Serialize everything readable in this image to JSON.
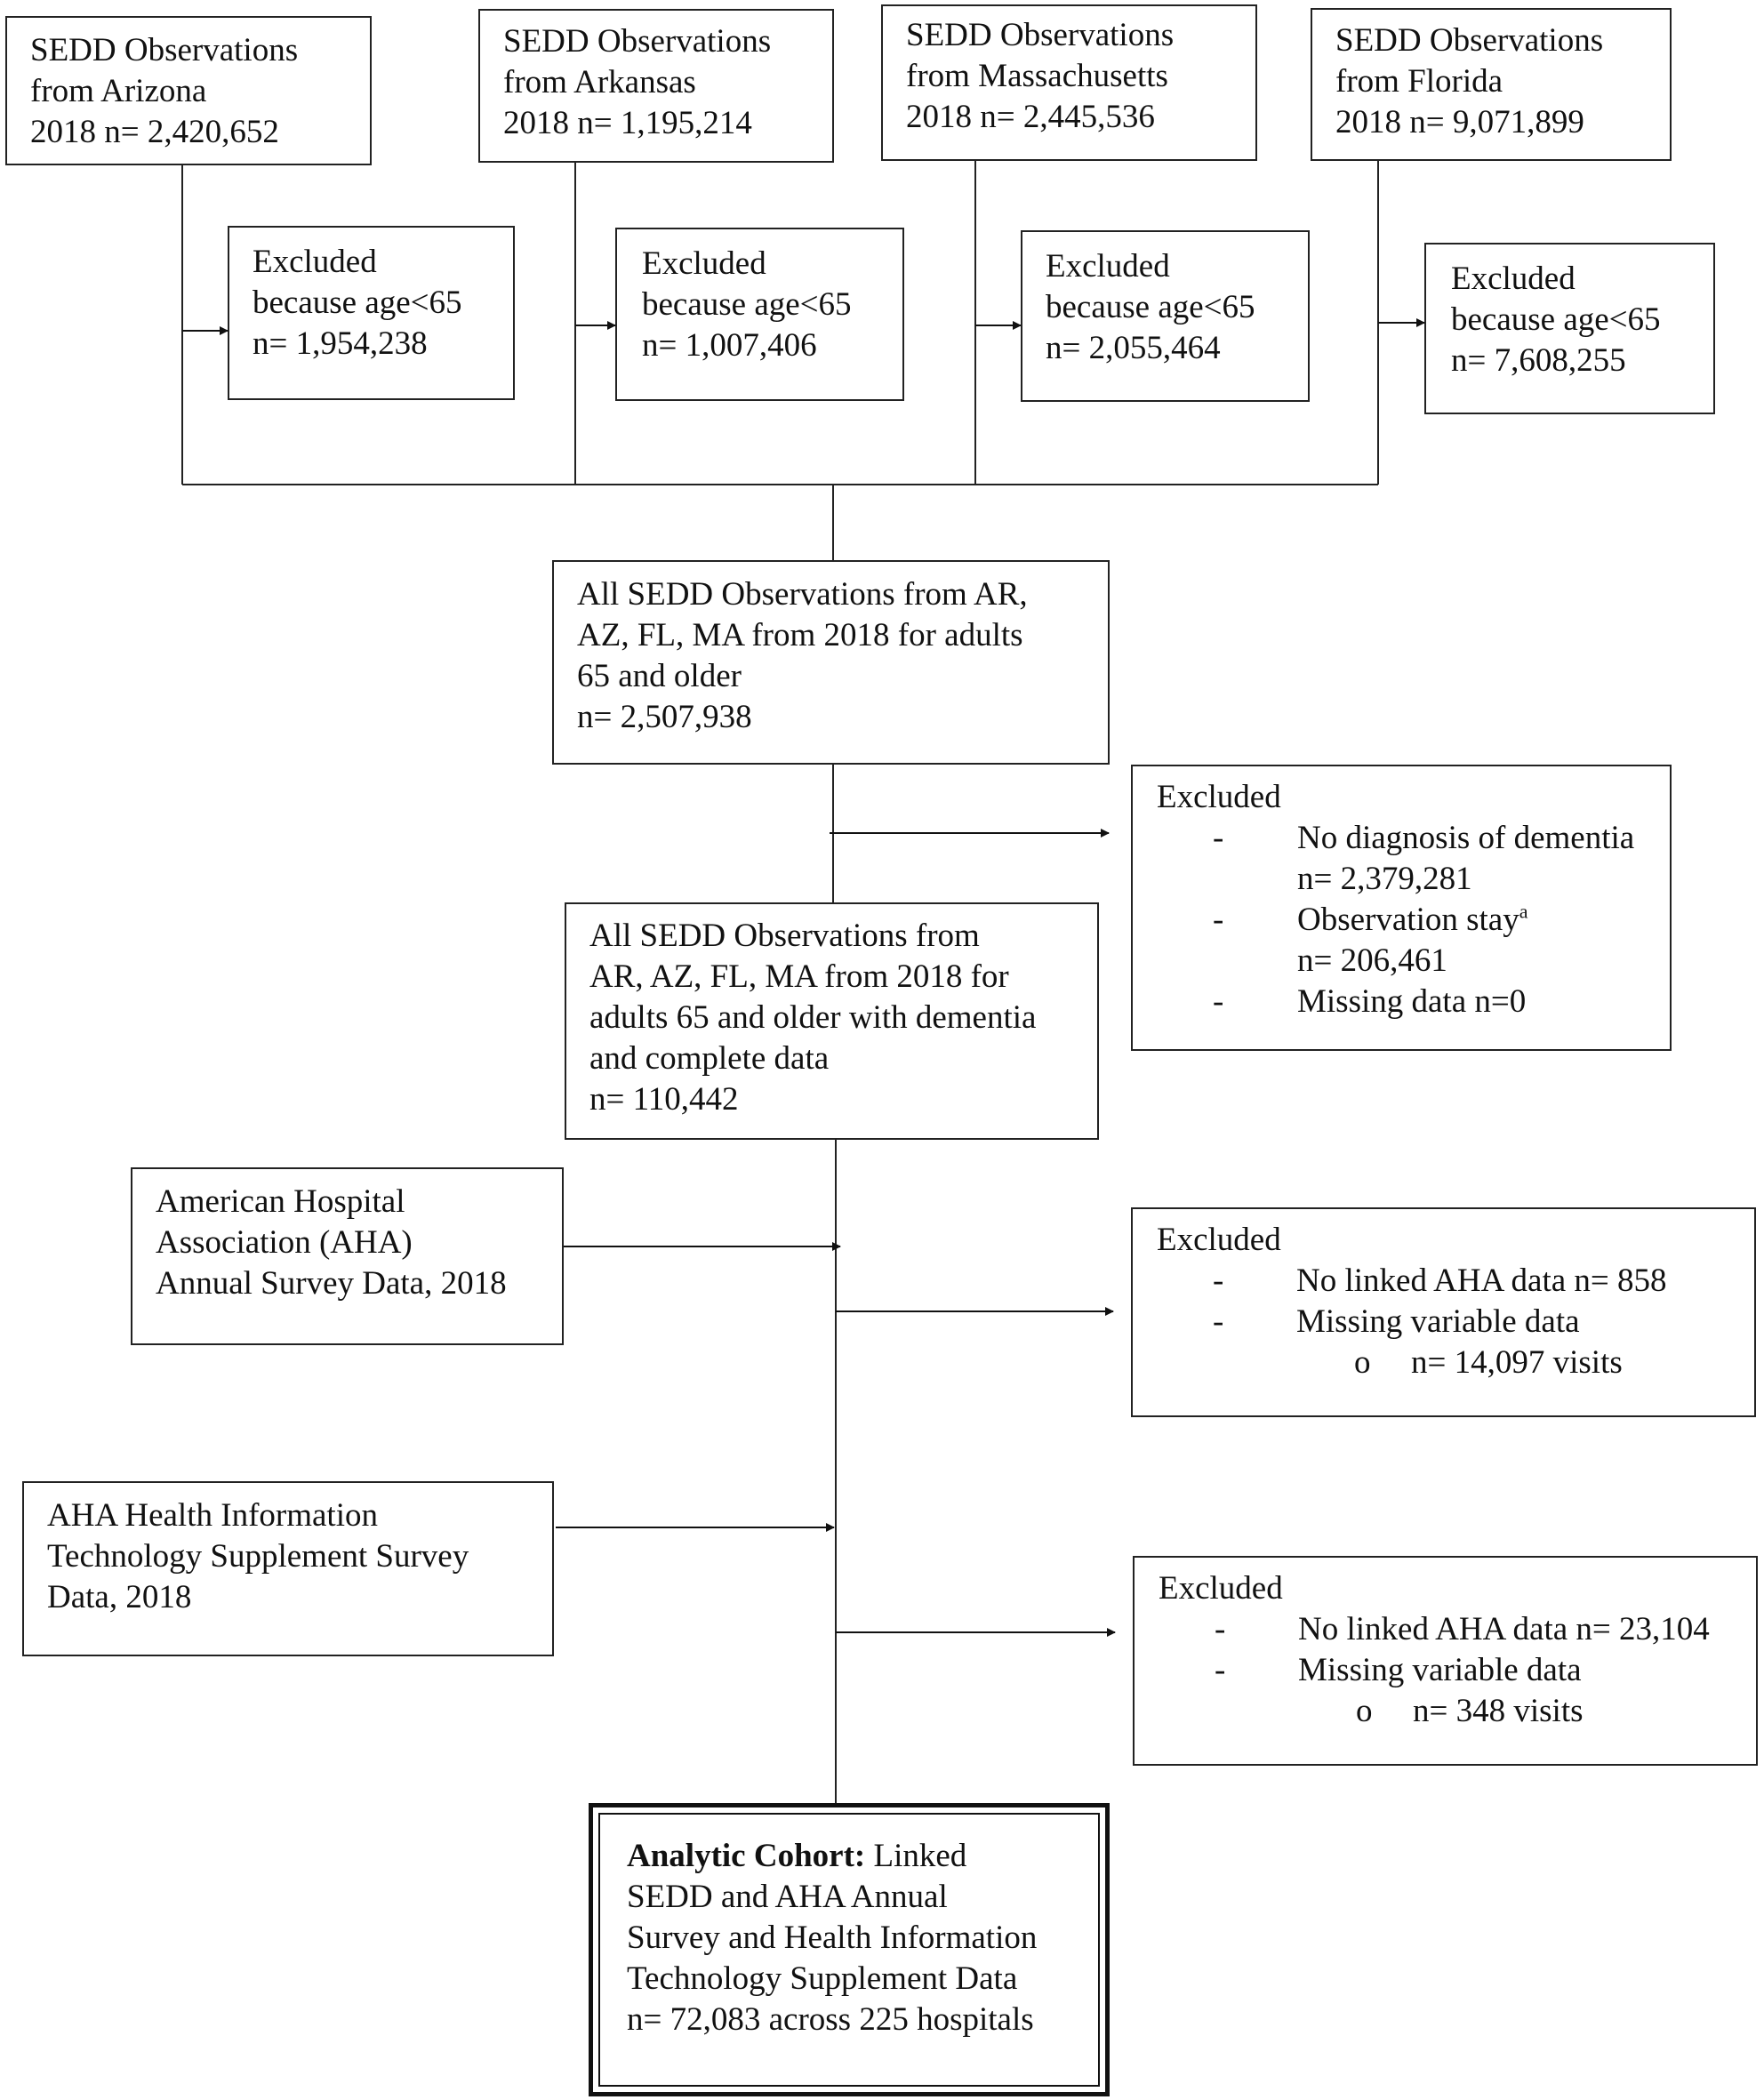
{
  "sources": [
    {
      "lines": [
        "SEDD Observations",
        "from Arizona",
        "2018 n= 2,420,652"
      ]
    },
    {
      "lines": [
        "SEDD Observations",
        "from Arkansas",
        "2018 n= 1,195,214"
      ]
    },
    {
      "lines": [
        "SEDD Observations",
        "from Massachusetts",
        "2018 n= 2,445,536"
      ]
    },
    {
      "lines": [
        "SEDD Observations",
        "from Florida",
        "2018 n= 9,071,899"
      ]
    }
  ],
  "age_exclusions": [
    {
      "lines": [
        "Excluded",
        "because age<65",
        "n= 1,954,238"
      ]
    },
    {
      "lines": [
        "Excluded",
        "because age<65",
        "n= 1,007,406"
      ]
    },
    {
      "lines": [
        "Excluded",
        "because age<65",
        "n= 2,055,464"
      ]
    },
    {
      "lines": [
        "Excluded",
        "because age<65",
        "n= 7,608,255"
      ]
    }
  ],
  "combined": {
    "lines": [
      "All SEDD Observations from AR,",
      "AZ, FL, MA from 2018 for adults",
      "65 and older",
      "n= 2,507,938"
    ]
  },
  "exclusion1": {
    "title": "Excluded",
    "dash": "-",
    "items": [
      {
        "text": "No diagnosis of dementia",
        "sub": "n= 2,379,281"
      },
      {
        "text": "Observation stay",
        "sup": "a",
        "sub": "n= 206,461"
      },
      {
        "text": "Missing data n=0"
      }
    ]
  },
  "dementia": {
    "lines": [
      "All SEDD Observations from",
      "AR, AZ, FL, MA from 2018 for",
      "adults 65 and older with dementia",
      "and complete data",
      "n= 110,442"
    ]
  },
  "aha_annual": {
    "lines": [
      "American Hospital",
      "Association (AHA)",
      "Annual Survey Data, 2018"
    ]
  },
  "exclusion2": {
    "title": "Excluded",
    "dash": "-",
    "bullet": "o",
    "items": [
      "No linked AHA data n= 858",
      "Missing variable data"
    ],
    "subitem": "n= 14,097 visits"
  },
  "aha_hit": {
    "lines": [
      "AHA Health Information",
      "Technology Supplement Survey",
      "Data, 2018"
    ]
  },
  "exclusion3": {
    "title": "Excluded",
    "dash": "-",
    "bullet": "o",
    "items": [
      "No linked AHA data n= 23,104",
      "Missing variable data"
    ],
    "subitem": "n= 348 visits"
  },
  "final": {
    "bold": "Analytic Cohort:",
    "first_rest": " Linked",
    "lines": [
      "SEDD and AHA Annual",
      "Survey and Health Information",
      "Technology Supplement Data",
      "n= 72,083 across 225 hospitals"
    ]
  }
}
